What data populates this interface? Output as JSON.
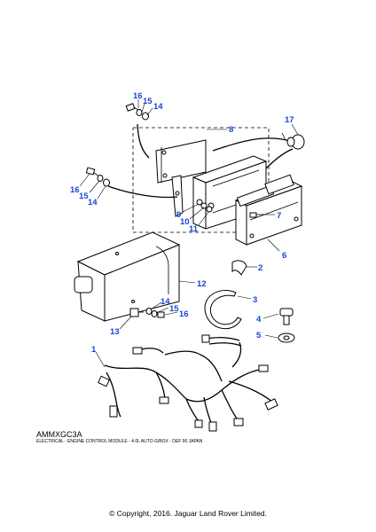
{
  "diagram": {
    "reference_code": "AMMXGC3A",
    "description": "ELECTRICAL - ENGINE CONTROL MODULE - 4.0L AUTO G/BOX - DEF 90 JAPAN",
    "copyright": "© Copyright, 2016. Jaguar Land Rover Limited.",
    "callouts": {
      "c1": "1",
      "c2": "2",
      "c3": "3",
      "c4": "4",
      "c5": "5",
      "c6": "6",
      "c7": "7",
      "c8": "8",
      "c9": "9",
      "c10": "10",
      "c11": "11",
      "c12": "12",
      "c13": "13",
      "c14a": "14",
      "c14b": "14",
      "c14c": "14",
      "c15a": "15",
      "c15b": "15",
      "c15c": "15",
      "c16a": "16",
      "c16b": "16",
      "c16c": "16",
      "c17": "17"
    },
    "callout_color": "#1a44d6"
  }
}
